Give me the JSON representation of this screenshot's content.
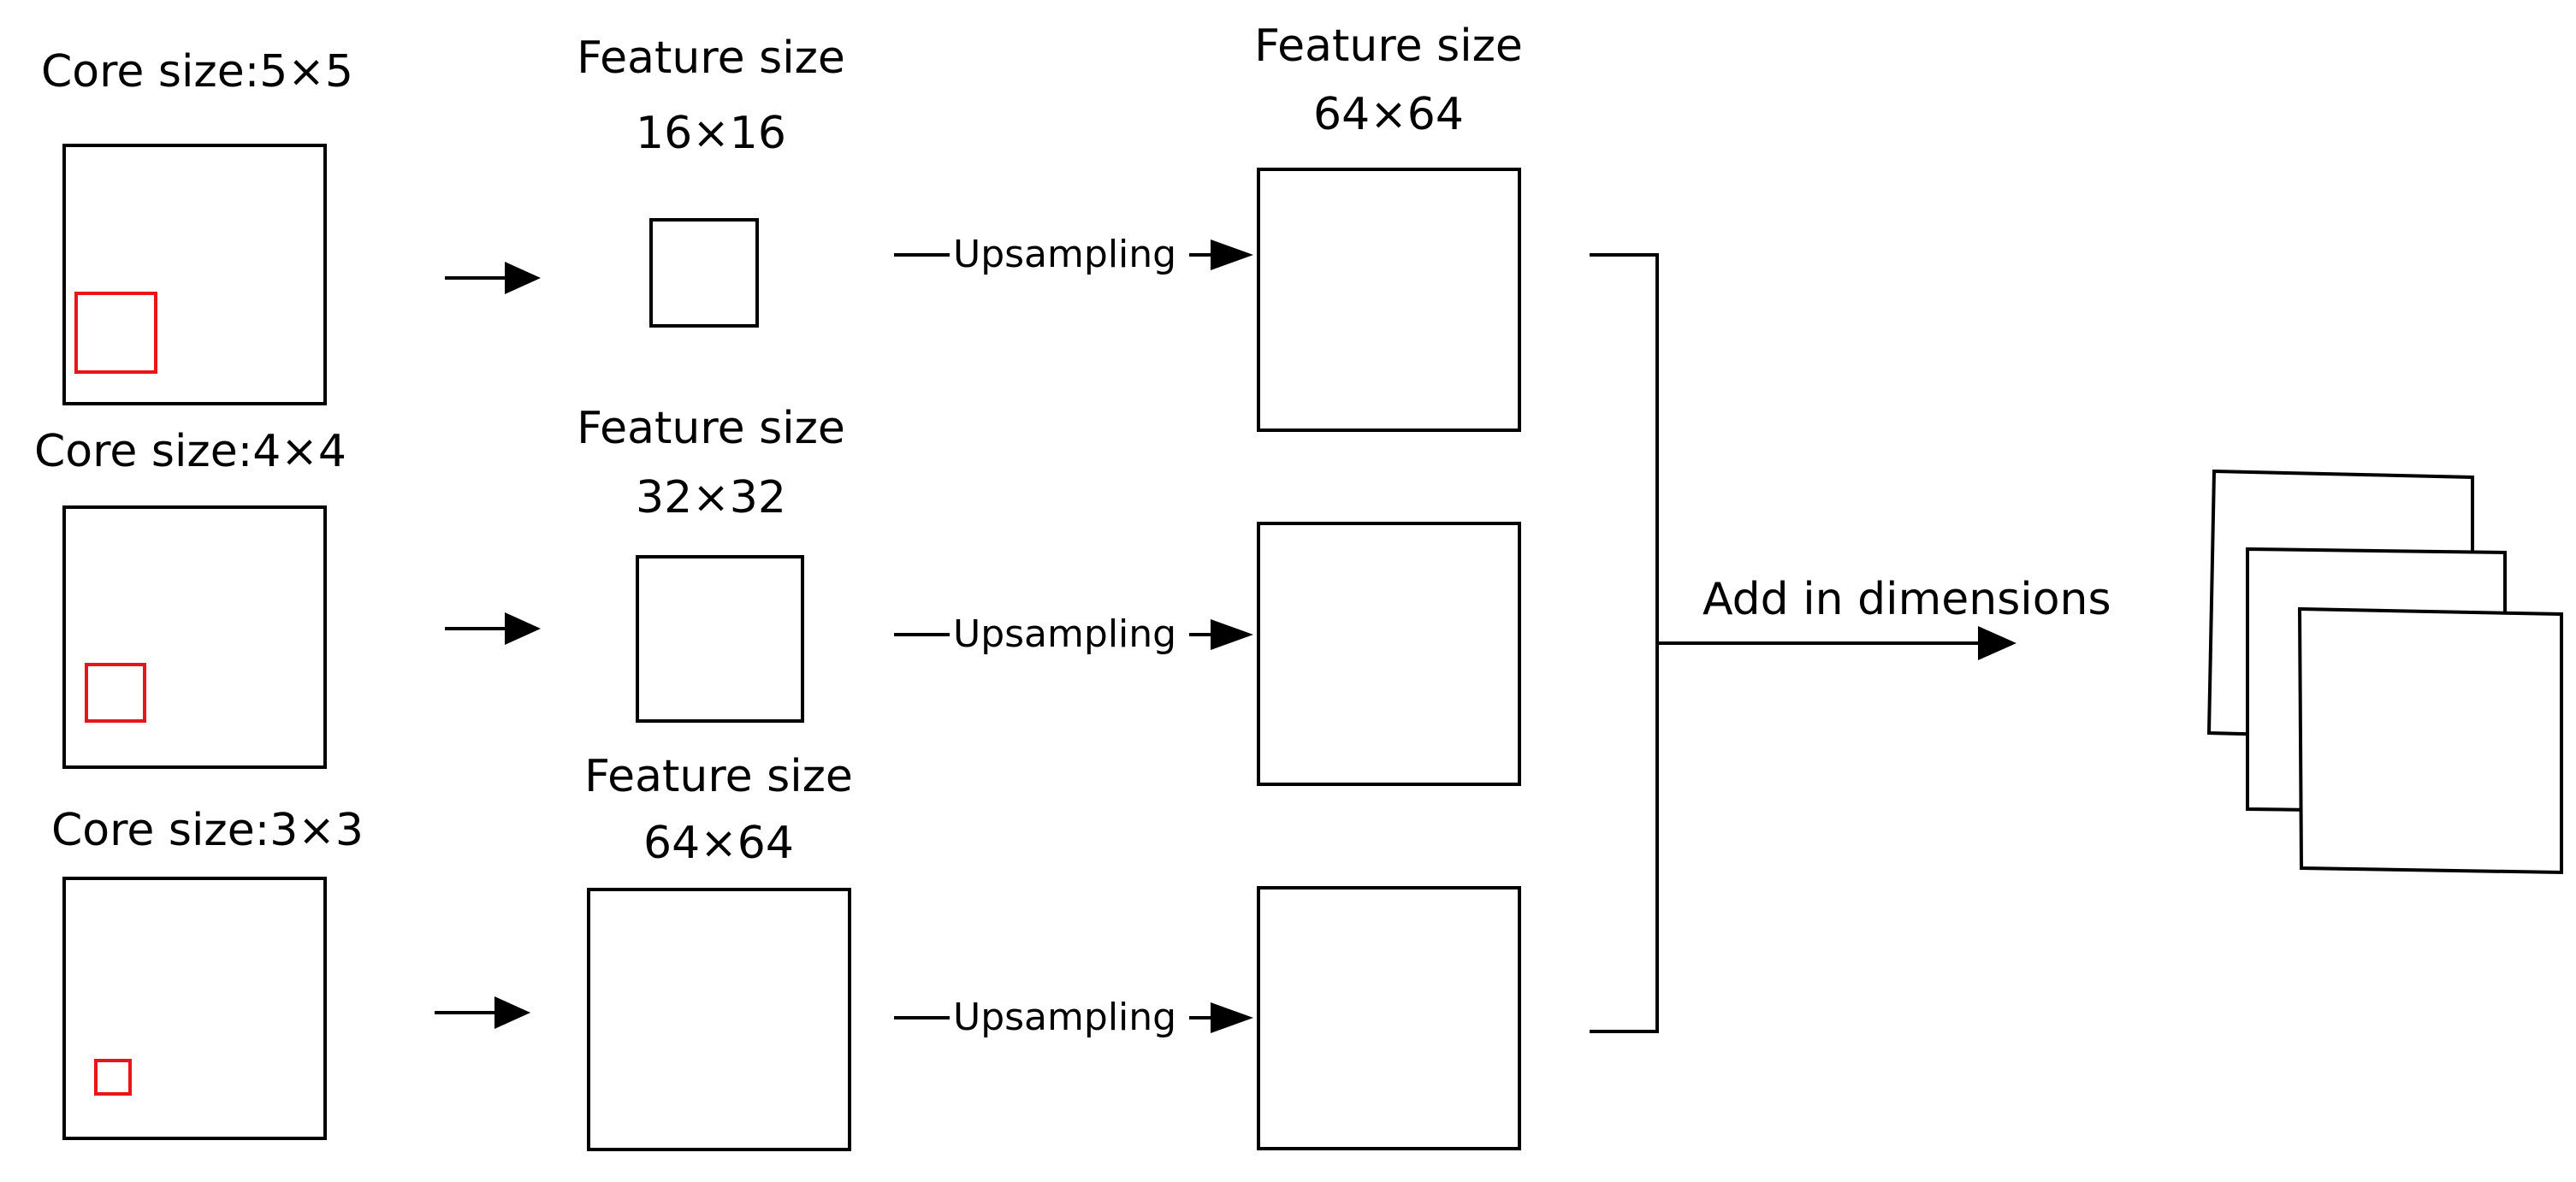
{
  "rows": [
    {
      "core_label": "Core size:5×5",
      "feature_title": "Feature size",
      "feature_size": "16×16",
      "upsampling_label": "Upsampling"
    },
    {
      "core_label": "Core size:4×4",
      "feature_title": "Feature size",
      "feature_size": "32×32",
      "upsampling_label": "Upsampling"
    },
    {
      "core_label": "Core size:3×3",
      "feature_title": "Feature size",
      "feature_size": "64×64",
      "upsampling_label": "Upsampling"
    }
  ],
  "upsampled": {
    "title": "Feature size",
    "size": "64×64"
  },
  "merge": {
    "label": "Add in dimensions"
  },
  "colors": {
    "stroke": "#000000",
    "kernel": "#e8151b",
    "background": "#ffffff"
  }
}
